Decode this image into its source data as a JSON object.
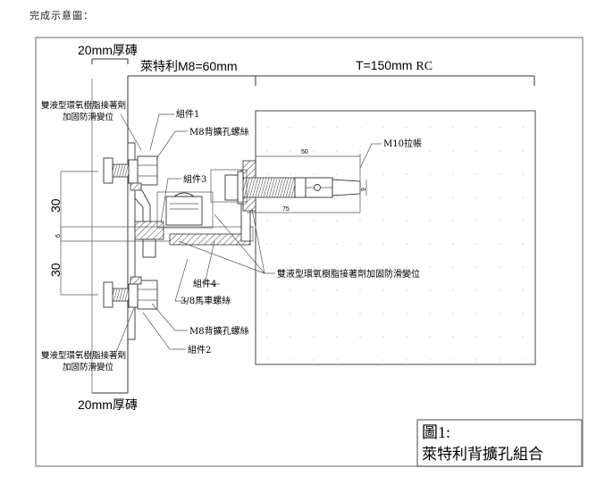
{
  "page_heading": "完成示意圖：",
  "dimensions": {
    "tile_top": "20mm厚磚",
    "tile_bottom": "20mm厚磚",
    "bolt_length": "萊特利M8=60mm",
    "rc_thickness_prefix": "T=150mm",
    "rc_thickness_suffix": "RC",
    "spacing_upper": "30",
    "spacing_lower": "30",
    "plate_thickness": "6",
    "anchor_embed": "50",
    "anchor_length": "75",
    "anchor_dia": "9"
  },
  "labels": {
    "epoxy_top_line1": "雙液型環氧樹脂接著劑",
    "epoxy_top_line2": "加固防滑變位",
    "component1": "組件1",
    "m8_bolt_top": "M8背擴孔螺絲",
    "component3": "組件3",
    "m10_anchor": "M10拉帳",
    "epoxy_right": "雙液型環氧樹脂接著劑加固防滑變位",
    "component4": "組件4",
    "carriage_bolt": "3/8馬車螺絲",
    "m8_bolt_bottom": "M8背擴孔螺絲",
    "component2": "組件2",
    "epoxy_bottom_line1": "雙液型環氧樹脂接著劑",
    "epoxy_bottom_line2": "加固防滑變位"
  },
  "title_block": {
    "line1": "圖1:",
    "line2": "萊特利背擴孔組合"
  }
}
